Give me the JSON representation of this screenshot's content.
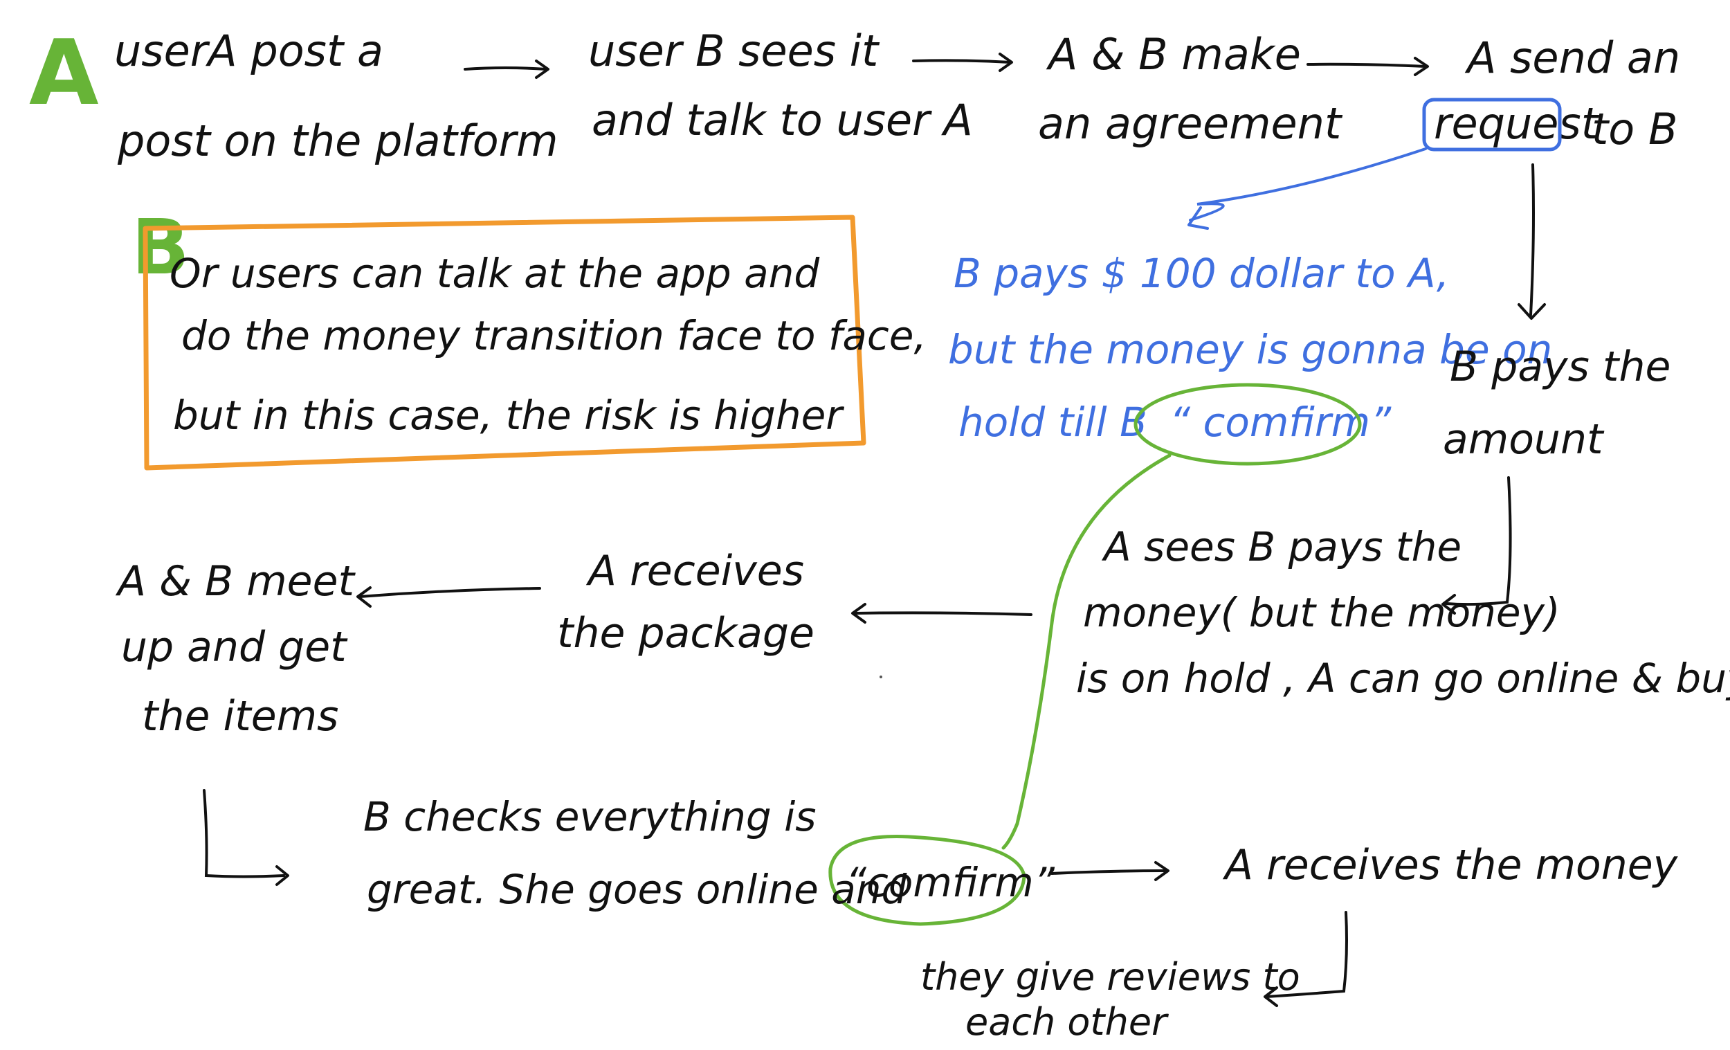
{
  "colors": {
    "ink": "#111111",
    "section_label": "#67b437",
    "blue_note": "#3f6fe0",
    "alt_box": "#f29a2e",
    "request_box": "#3f6fe0",
    "confirm_loop": "#67b437"
  },
  "section_a": {
    "label": "A",
    "step1": [
      "userA   post   a",
      "post  on  the platform"
    ],
    "step2": [
      "user B  sees it",
      "and  talk  to user A"
    ],
    "step3": [
      "A & B  make",
      "an  agreement"
    ],
    "step4": {
      "line1": "A  send  an",
      "line2_prefix": "",
      "highlight": "request",
      "line2_suffix": "to B"
    }
  },
  "section_b": {
    "label": "B",
    "lines": [
      "Or  users  can  talk  at  the  app  and",
      "do  the  money  transition  face  to  face,",
      "but  in  this  case,  the  risk  is  higher"
    ]
  },
  "blue_note": {
    "lines": [
      "B pays  $ 100  dollar  to  A,",
      "but  the  money  is  gonna  be  on"
    ],
    "line3_prefix": "hold  till  B",
    "line3_highlight": "“ comfirm”"
  },
  "right_column": {
    "pays": [
      "B  pays  the",
      "amount"
    ],
    "sees": [
      "A  sees  B  pays  the",
      "money( but  the  money)",
      "is  on  hold ,  A  can  go  online  &  buy"
    ]
  },
  "middle_row": {
    "receives_package": [
      "A  receives",
      "the  package"
    ],
    "meet_up": [
      "A & B  meet",
      "up  and  get",
      "the  items"
    ]
  },
  "bottom_row": {
    "checks": [
      "B  checks  everything  is",
      "great.  She  goes  online  and"
    ],
    "confirm": "“comfirm”",
    "receives_money": "A  receives  the  money",
    "reviews": [
      "they  give  reviews  to",
      "each  other"
    ]
  }
}
